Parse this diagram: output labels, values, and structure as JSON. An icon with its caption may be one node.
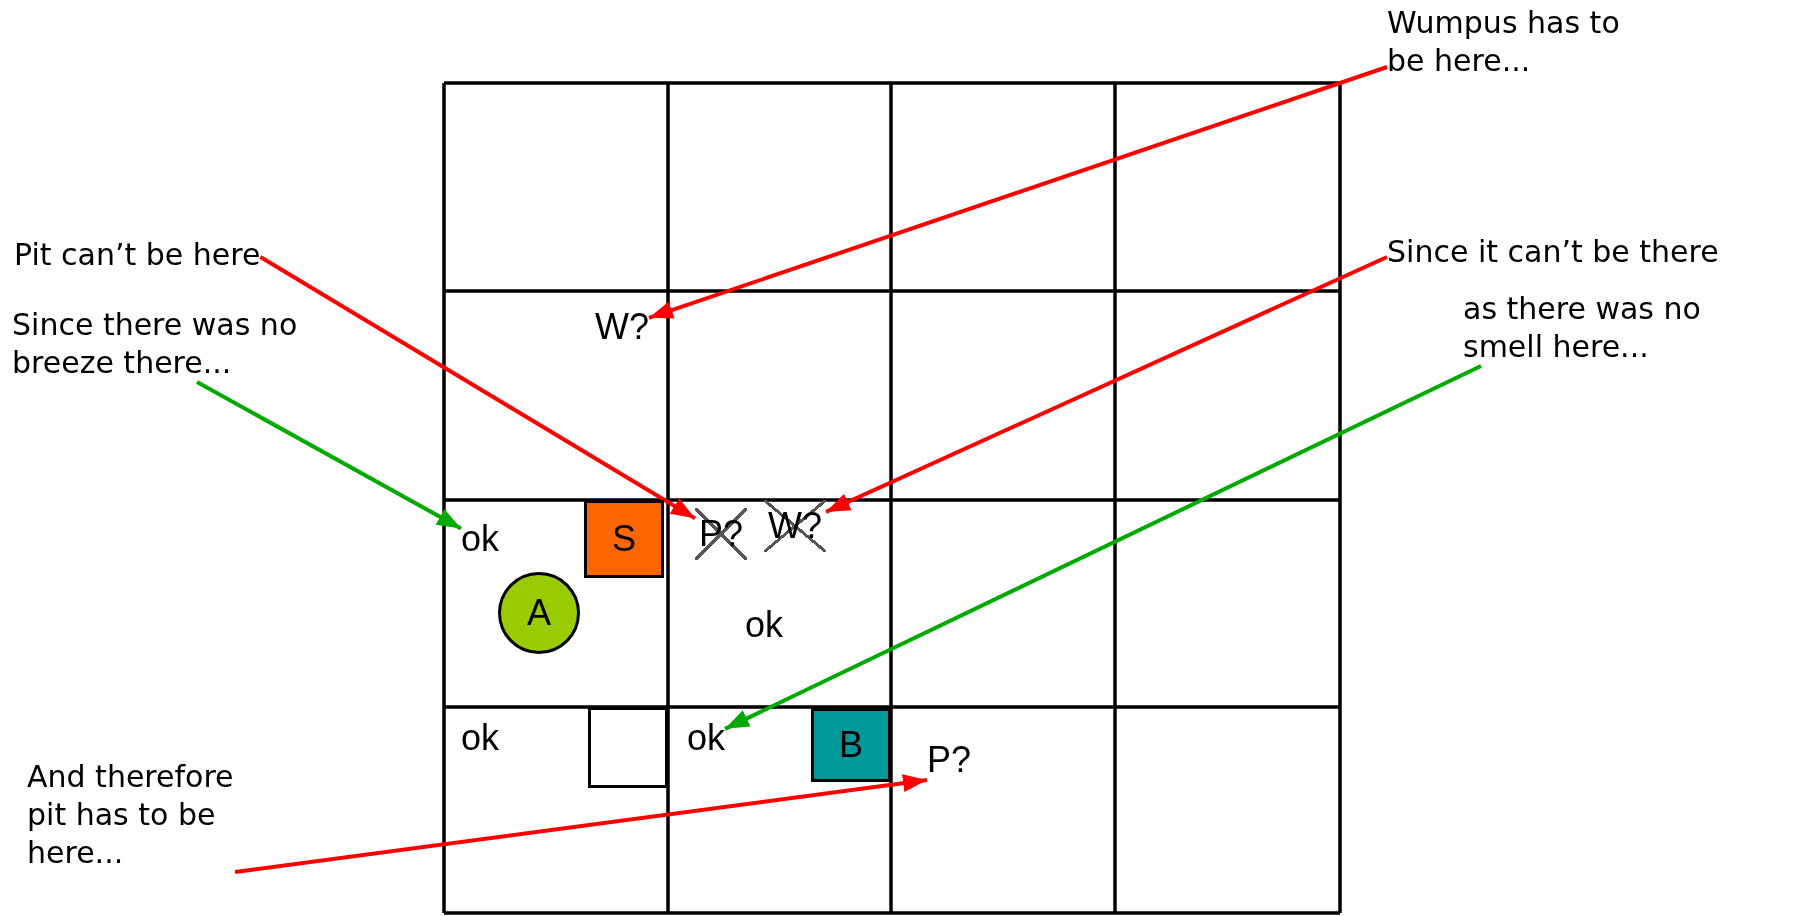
{
  "diagram": {
    "nodes": [
      {
        "text": [
          "W?"
        ]
      },
      {
        "text": [
          "ok"
        ]
      },
      {
        "text": [
          "S"
        ]
      },
      {
        "text": [
          "P?"
        ]
      },
      {
        "text": [
          "W?"
        ]
      },
      {
        "text": [
          "A"
        ]
      },
      {
        "text": [
          "ok"
        ]
      },
      {
        "text": [
          "ok"
        ]
      },
      {
        "text": [],
        "shape": "box"
      },
      {
        "text": [
          "ok"
        ]
      },
      {
        "text": [
          "B"
        ]
      },
      {
        "text": [
          "P?"
        ]
      },
      {
        "text": [
          "Wumpus has to be here..."
        ]
      },
      {
        "text": [
          "Pit can’t be here"
        ]
      },
      {
        "text": [
          "Since there was no breeze there..."
        ]
      },
      {
        "text": [
          "Since it can’t be there"
        ]
      },
      {
        "text": [
          "as there was no smell here..."
        ]
      },
      {
        "text": [
          "And therefore pit has to be here..."
        ]
      }
    ],
    "edges": [
      {
        "from": 12,
        "to": 0,
        "arrow": "to"
      },
      {
        "from": 13,
        "to": 3,
        "arrow": "to"
      },
      {
        "from": 14,
        "to": 1,
        "arrow": "to",
        "color": "#00aa00"
      },
      {
        "from": 15,
        "to": 4,
        "arrow": "to"
      },
      {
        "from": 16,
        "to": 9,
        "arrow": "to",
        "color": "#00aa00"
      },
      {
        "from": 17,
        "to": 11,
        "arrow": "to"
      }
    ]
  }
}
